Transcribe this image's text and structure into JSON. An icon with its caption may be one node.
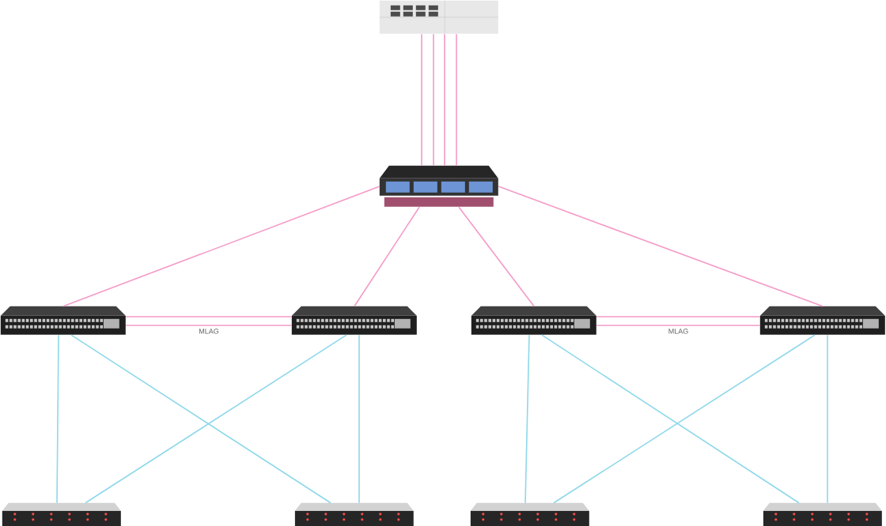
{
  "diagram": {
    "nodes": [
      {
        "text": [],
        "shape": "picture"
      },
      {
        "text": [],
        "shape": "picture"
      },
      {
        "text": [],
        "shape": "picture"
      },
      {
        "text": [],
        "shape": "picture"
      },
      {
        "text": [],
        "shape": "picture"
      },
      {
        "text": [],
        "shape": "picture"
      },
      {
        "text": [],
        "shape": "picture"
      },
      {
        "text": [],
        "shape": "picture"
      },
      {
        "text": [],
        "shape": "picture"
      },
      {
        "text": [],
        "shape": "picture"
      }
    ],
    "edges": [
      {
        "from": 0,
        "to": 1,
        "arrow": "none"
      },
      {
        "from": 0,
        "to": 1,
        "arrow": "none"
      },
      {
        "from": 0,
        "to": 1,
        "arrow": "none"
      },
      {
        "from": 0,
        "to": 1,
        "arrow": "none"
      },
      {
        "from": 1,
        "to": 2,
        "arrow": "none"
      },
      {
        "from": 1,
        "to": 3,
        "arrow": "none"
      },
      {
        "from": 1,
        "to": 4,
        "arrow": "none"
      },
      {
        "from": 1,
        "to": 5,
        "arrow": "none"
      },
      {
        "from": 2,
        "to": 3,
        "arrow": "none"
      },
      {
        "from": 2,
        "to": 3,
        "arrow": "none",
        "label": "MLAG"
      },
      {
        "from": 4,
        "to": 5,
        "arrow": "none"
      },
      {
        "from": 4,
        "to": 5,
        "arrow": "none",
        "label": "MLAG"
      },
      {
        "from": 2,
        "to": 6,
        "arrow": "none",
        "color": "#8ed8ea"
      },
      {
        "from": 2,
        "to": 7,
        "arrow": "none",
        "color": "#8ed8ea"
      },
      {
        "from": 3,
        "to": 6,
        "arrow": "none",
        "color": "#8ed8ea"
      },
      {
        "from": 3,
        "to": 7,
        "arrow": "none",
        "color": "#8ed8ea"
      },
      {
        "from": 4,
        "to": 8,
        "arrow": "none",
        "color": "#8ed8ea"
      },
      {
        "from": 4,
        "to": 9,
        "arrow": "none",
        "color": "#8ed8ea"
      },
      {
        "from": 5,
        "to": 8,
        "arrow": "none",
        "color": "#8ed8ea"
      },
      {
        "from": 5,
        "to": 9,
        "arrow": "none",
        "color": "#8ed8ea"
      }
    ]
  }
}
